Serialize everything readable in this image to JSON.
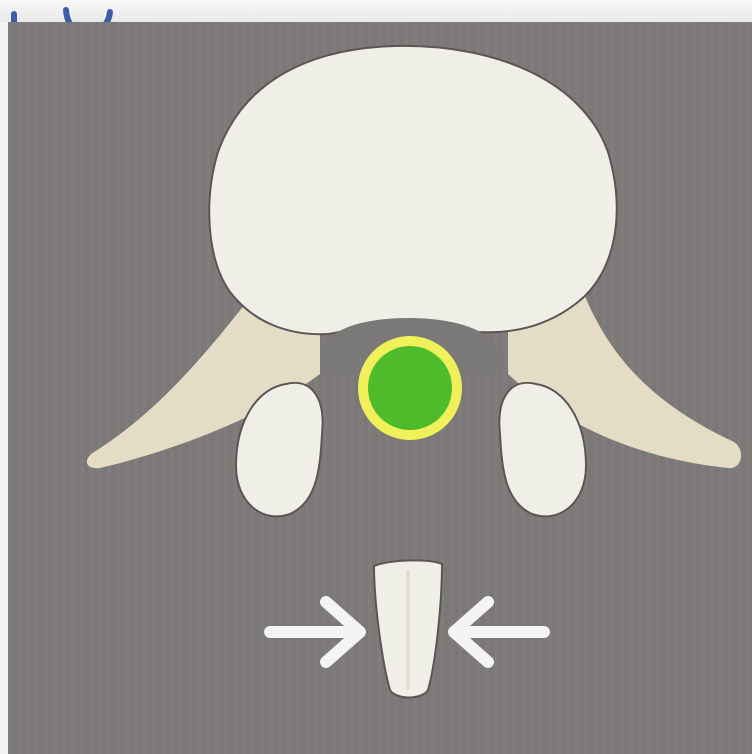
{
  "figure": {
    "palette": {
      "background": "#7b7978",
      "background_stripe": "#858281",
      "bone": "#efefe8",
      "bone_outline": "#5a5656",
      "transverse_process": "#e5dcc6",
      "spinal_cord_fill": "#4dbb2a",
      "spinal_cord_ring": "#f0f05a",
      "arrows": "#f4f4f4",
      "corner_mark": "#3b5da8"
    },
    "parts": [
      {
        "name": "vertebral-body"
      },
      {
        "name": "transverse-process-left"
      },
      {
        "name": "transverse-process-right"
      },
      {
        "name": "spinal-canal"
      },
      {
        "name": "spinal-cord"
      },
      {
        "name": "articular-process-left"
      },
      {
        "name": "articular-process-right"
      },
      {
        "name": "spinous-process"
      },
      {
        "name": "compression-arrow-left",
        "direction": "right"
      },
      {
        "name": "compression-arrow-right",
        "direction": "left"
      }
    ]
  }
}
